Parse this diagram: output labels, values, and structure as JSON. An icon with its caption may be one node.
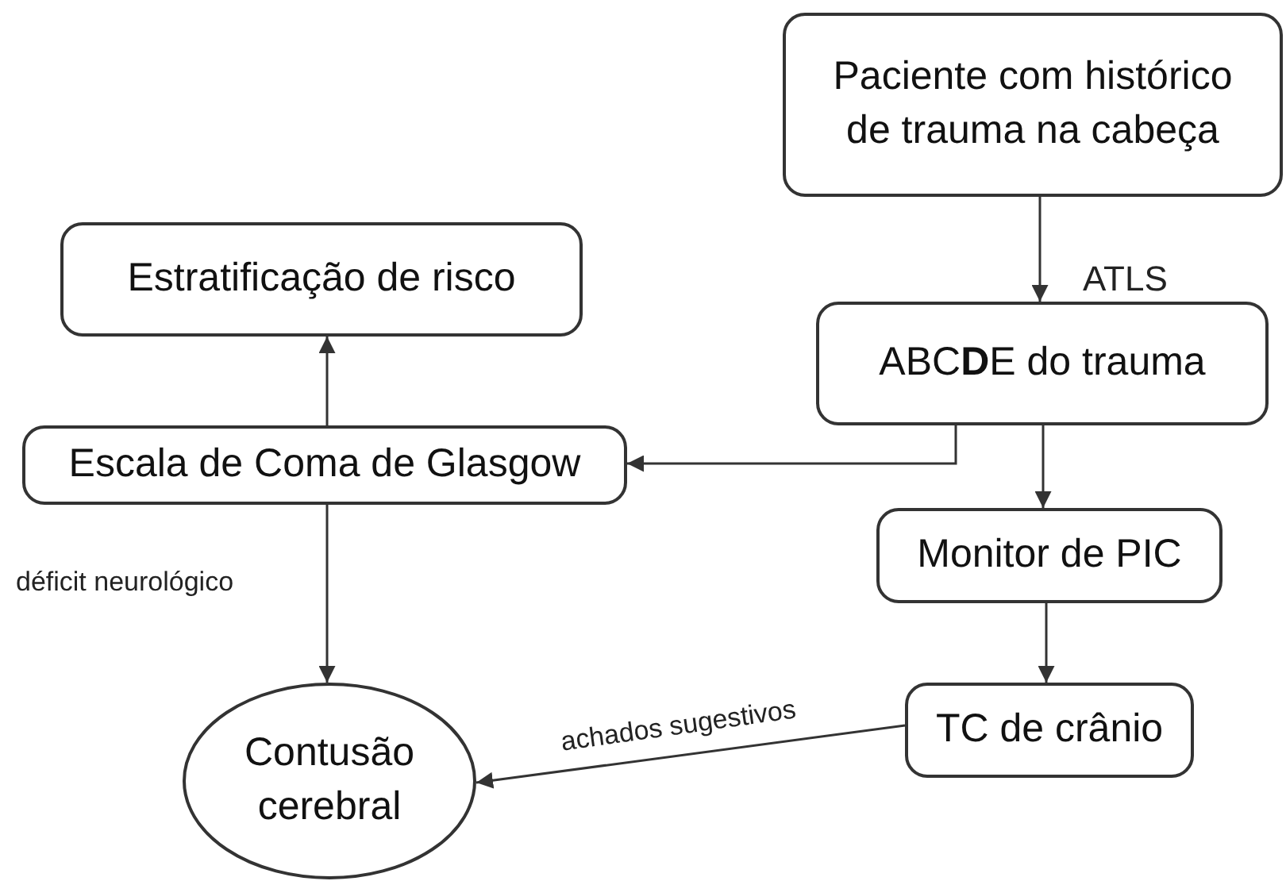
{
  "diagram": {
    "nodes": [
      {
        "text": [
          "Paciente com histórico de trauma na cabeça"
        ]
      },
      {
        "text": [
          "Estratificação de risco"
        ]
      },
      {
        "text": [
          "ABC**D**E do trauma"
        ]
      },
      {
        "text": [
          "Escala de Coma de Glasgow"
        ]
      },
      {
        "text": [
          "Monitor de PIC"
        ]
      },
      {
        "text": [
          "TC de crânio"
        ]
      },
      {
        "text": [
          "Contusão cerebral"
        ]
      }
    ],
    "edges": [
      {
        "from": 0,
        "to": 2,
        "arrow": "to",
        "label": "ATLS"
      },
      {
        "from": 2,
        "to": 3,
        "arrow": "to"
      },
      {
        "from": 2,
        "to": 4,
        "arrow": "to"
      },
      {
        "from": 3,
        "to": 1,
        "arrow": "to"
      },
      {
        "from": 3,
        "to": 6,
        "arrow": "to",
        "label": "déficit neurológico"
      },
      {
        "from": 4,
        "to": 5,
        "arrow": "to"
      },
      {
        "from": 5,
        "to": 6,
        "arrow": "to",
        "label": "achados sugestivos"
      }
    ]
  }
}
